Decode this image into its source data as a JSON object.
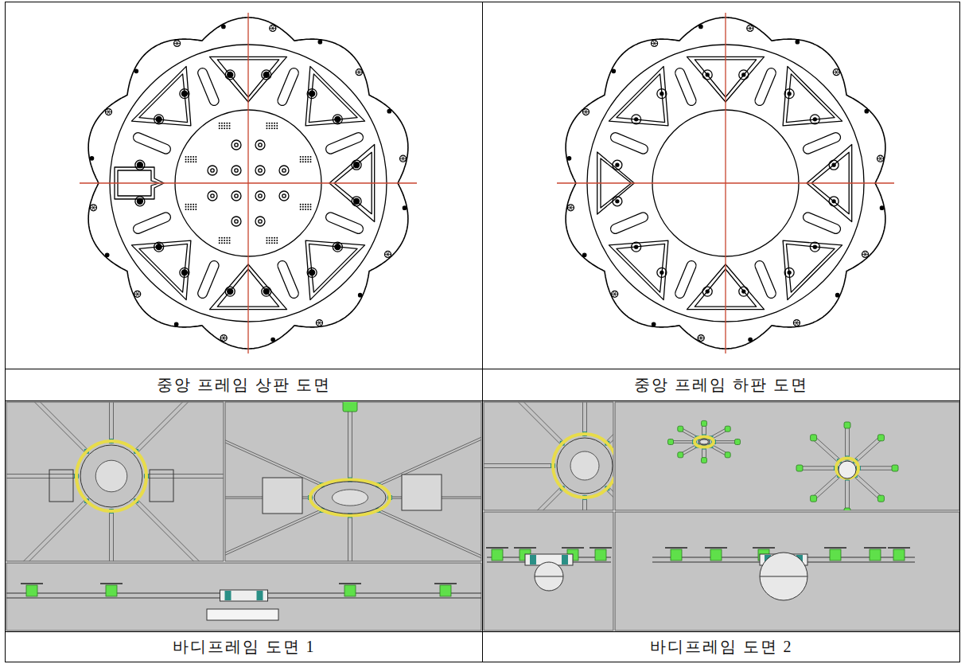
{
  "diagram": {
    "labels": [
      "중앙 프레임 상판 도면",
      "중앙 프레임 하판 도면",
      "바디프레임 도면 1",
      "바디프레임 도면 2"
    ]
  }
}
